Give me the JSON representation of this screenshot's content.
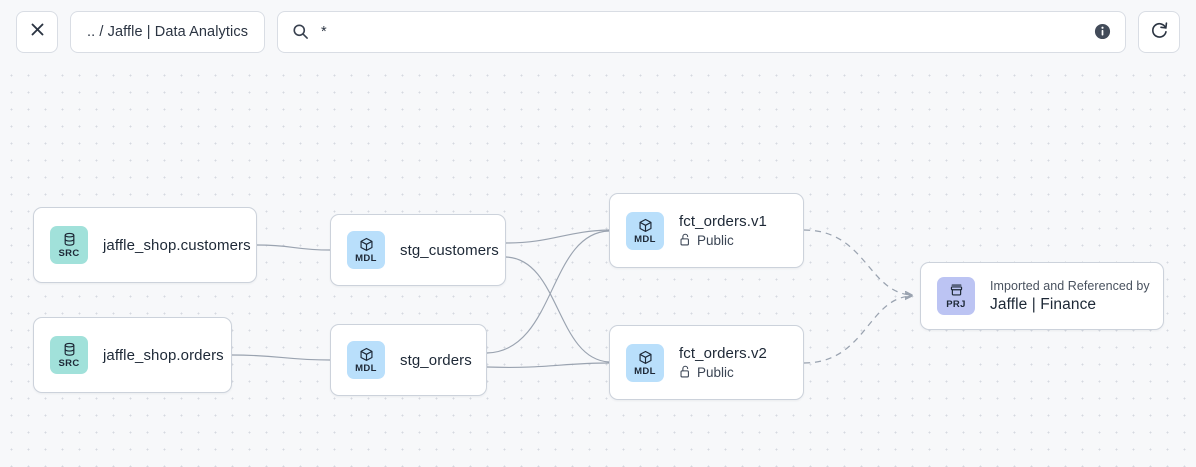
{
  "toolbar": {
    "close_button": {
      "label": "×",
      "icon": "close-icon"
    },
    "breadcrumb": {
      "label": ".. / Jaffle | Data Analytics"
    },
    "search": {
      "value": "*",
      "placeholder": "",
      "icon": "search-icon",
      "info_icon": "info-icon"
    },
    "refresh_button": {
      "icon": "refresh-icon"
    }
  },
  "graph": {
    "nodes": [
      {
        "id": "src-customers",
        "badge_type": "SRC",
        "badge_icon": "database-icon",
        "title": "jaffle_shop.customers"
      },
      {
        "id": "src-orders",
        "badge_type": "SRC",
        "badge_icon": "database-icon",
        "title": "jaffle_shop.orders"
      },
      {
        "id": "mdl-stg-customers",
        "badge_type": "MDL",
        "badge_icon": "cube-icon",
        "title": "stg_customers"
      },
      {
        "id": "mdl-stg-orders",
        "badge_type": "MDL",
        "badge_icon": "cube-icon",
        "title": "stg_orders"
      },
      {
        "id": "mdl-fct-orders-v1",
        "badge_type": "MDL",
        "badge_icon": "cube-icon",
        "title": "fct_orders.v1",
        "access": "Public",
        "access_icon": "unlock-icon"
      },
      {
        "id": "mdl-fct-orders-v2",
        "badge_type": "MDL",
        "badge_icon": "cube-icon",
        "title": "fct_orders.v2",
        "access": "Public",
        "access_icon": "unlock-icon"
      },
      {
        "id": "prj-finance",
        "badge_type": "PRJ",
        "badge_icon": "project-icon",
        "caption": "Imported and Referenced by",
        "title": "Jaffle | Finance"
      }
    ],
    "edges": [
      {
        "from": "src-customers",
        "to": "mdl-stg-customers",
        "style": "solid"
      },
      {
        "from": "src-orders",
        "to": "mdl-stg-orders",
        "style": "solid"
      },
      {
        "from": "mdl-stg-customers",
        "to": "mdl-fct-orders-v1",
        "style": "solid"
      },
      {
        "from": "mdl-stg-customers",
        "to": "mdl-fct-orders-v2",
        "style": "solid"
      },
      {
        "from": "mdl-stg-orders",
        "to": "mdl-fct-orders-v1",
        "style": "solid"
      },
      {
        "from": "mdl-stg-orders",
        "to": "mdl-fct-orders-v2",
        "style": "solid"
      },
      {
        "from": "mdl-fct-orders-v1",
        "to": "prj-finance",
        "style": "dashed",
        "arrow": true
      },
      {
        "from": "mdl-fct-orders-v2",
        "to": "prj-finance",
        "style": "dashed",
        "arrow": true
      }
    ]
  },
  "colors": {
    "src_badge": "#a1e1da",
    "mdl_badge": "#b9dffb",
    "prj_badge": "#bcc4f3",
    "canvas_bg": "#f7f8fa",
    "node_border": "#ccd2db",
    "edge": "#9aa3b0"
  }
}
